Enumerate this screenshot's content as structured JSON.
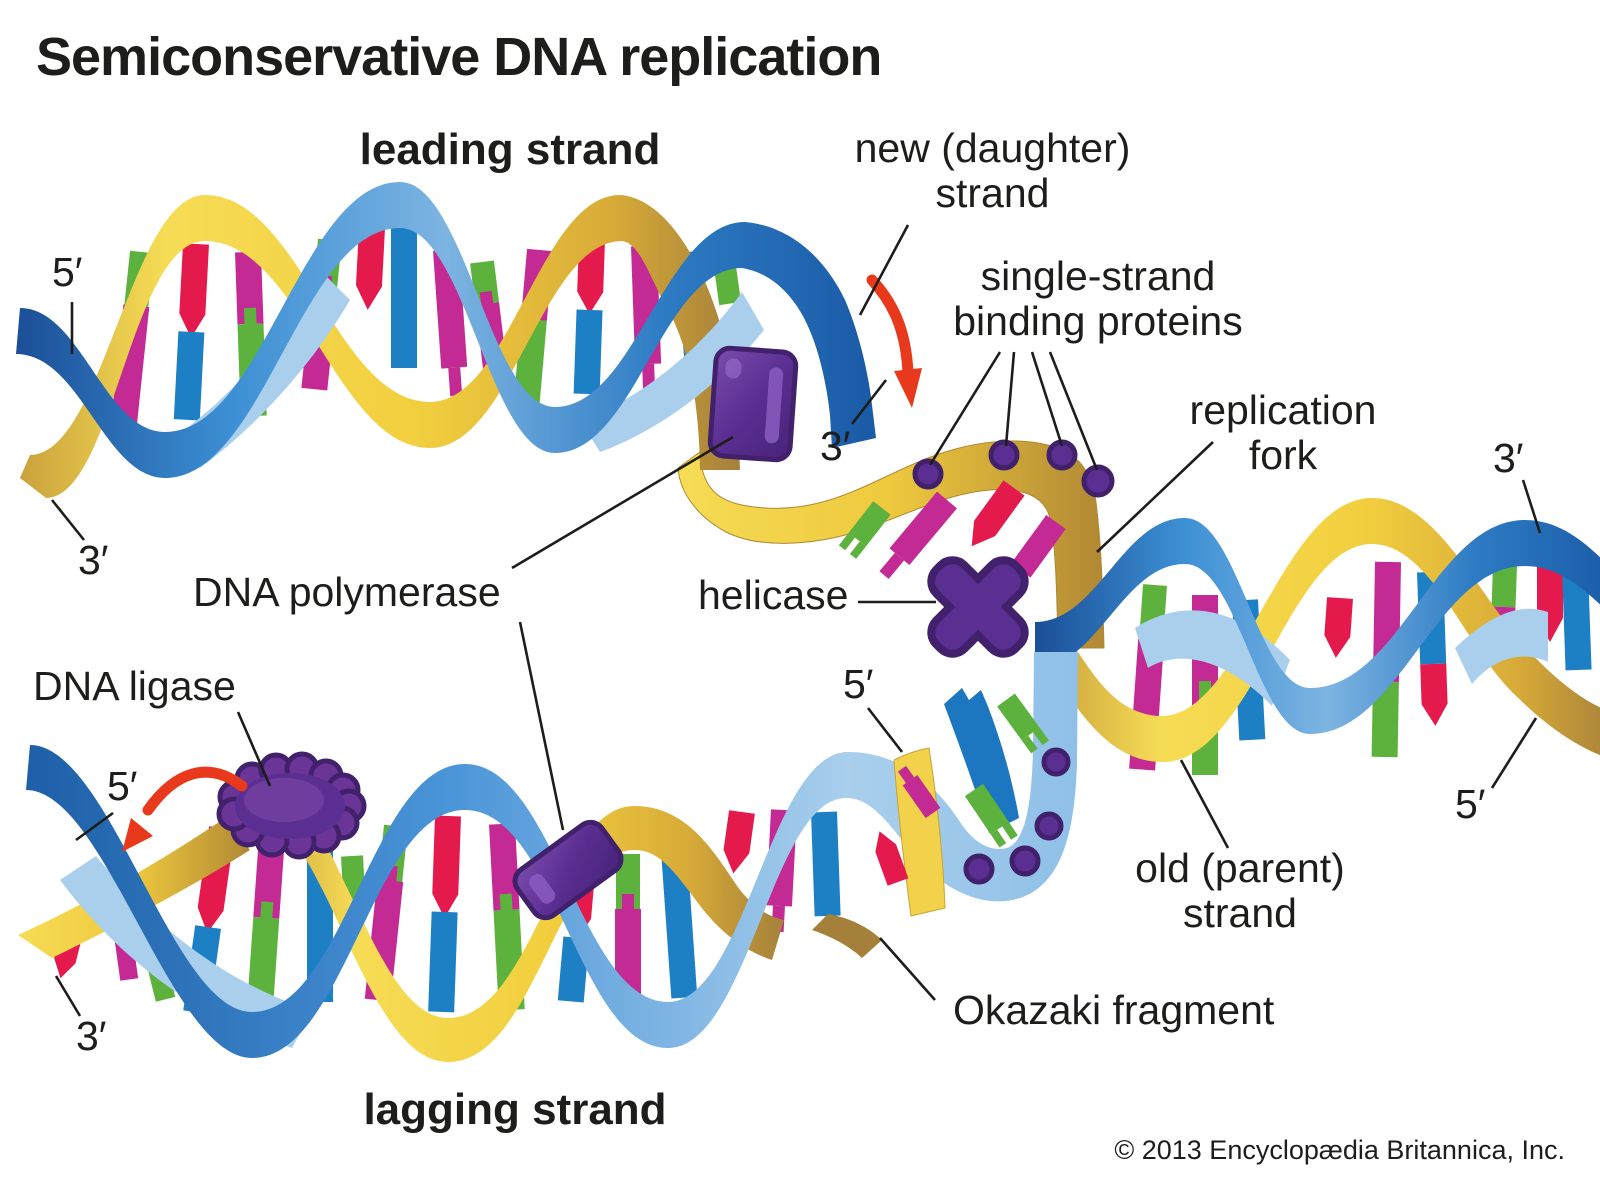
{
  "title": "Semiconservative DNA replication",
  "copyright": "© 2013 Encyclopædia Britannica, Inc.",
  "strand_labels": {
    "leading": "leading strand",
    "lagging": "lagging strand"
  },
  "annotations": {
    "new_daughter": {
      "line1": "new (daughter)",
      "line2": "strand"
    },
    "ssb": {
      "line1": "single-strand",
      "line2": "binding proteins"
    },
    "replication_fork": {
      "line1": "replication",
      "line2": "fork"
    },
    "dna_polymerase": "DNA polymerase",
    "helicase": "helicase",
    "dna_ligase": "DNA ligase",
    "old_parent": {
      "line1": "old (parent)",
      "line2": "strand"
    },
    "okazaki": "Okazaki fragment"
  },
  "terminal_markers": {
    "five_prime": "5′",
    "three_prime": "3′"
  },
  "icons": {
    "helicase": "purple-x-cross-icon",
    "dna_polymerase": "purple-rounded-slab-icon",
    "dna_ligase": "purple-scalloped-blob-icon",
    "ssb_protein": "purple-bead-icon",
    "synthesis_direction": "red-curved-arrow-icon"
  },
  "colors": {
    "strand_blue": "#2273bf",
    "strand_blue_dark": "#17569e",
    "strand_blue_light": "#a9cfec",
    "strand_yellow": "#f2d24b",
    "strand_yellow_dark": "#a5803a",
    "base_red": "#e41a4c",
    "base_magenta": "#c32a93",
    "base_green": "#5cb23d",
    "base_blue": "#1d80c4",
    "protein_purple": "#5b2e91",
    "protein_purple_dark": "#41216b",
    "arrow_red": "#e8391c",
    "text": "#1d1d1b",
    "background": "#ffffff"
  }
}
